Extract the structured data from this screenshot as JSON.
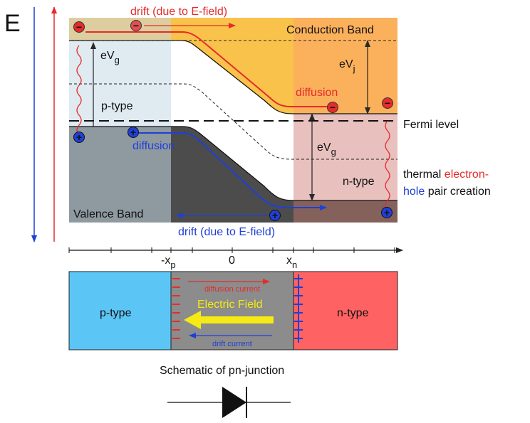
{
  "energy_axis_label": "E",
  "bands": {
    "conduction_band": "Conduction Band",
    "valence_band": "Valence Band",
    "fermi_level": "Fermi level",
    "p_type": "p-type",
    "n_type": "n-type",
    "eVg": {
      "main": "eV",
      "sub": "g"
    },
    "eVj": {
      "main": "eV",
      "sub": "j"
    }
  },
  "arrows": {
    "drift_top": "drift (due to E-field)",
    "drift_bottom": "drift (due to E-field)",
    "diffusion_electron": "diffusion",
    "diffusion_hole": "diffusion"
  },
  "carriers": {
    "electron": "−",
    "hole": "+"
  },
  "thermal_note": {
    "line1_black": "thermal ",
    "line1_red": "electron-",
    "line2_blue": "hole",
    "line2_black": " pair creation"
  },
  "position_axis": {
    "ticks": [
      {
        "main": "-x",
        "sub": "p"
      },
      {
        "main": "0",
        "sub": ""
      },
      {
        "main": "x",
        "sub": "n"
      }
    ]
  },
  "junction": {
    "p_label": "p-type",
    "n_label": "n-type",
    "field_label": "Electric Field",
    "diffusion_current": "diffusion current",
    "drift_current": "drift current"
  },
  "schematic_caption": "Schematic of pn-junction",
  "colors": {
    "electron": "#e52b2b",
    "hole": "#1f3fd6",
    "conduction_fill": "#f9c24a",
    "valence_fill": "#4c4c4c",
    "p_region": "#5bc6f5",
    "n_region": "#ff6262",
    "field": "#f5ea14"
  }
}
